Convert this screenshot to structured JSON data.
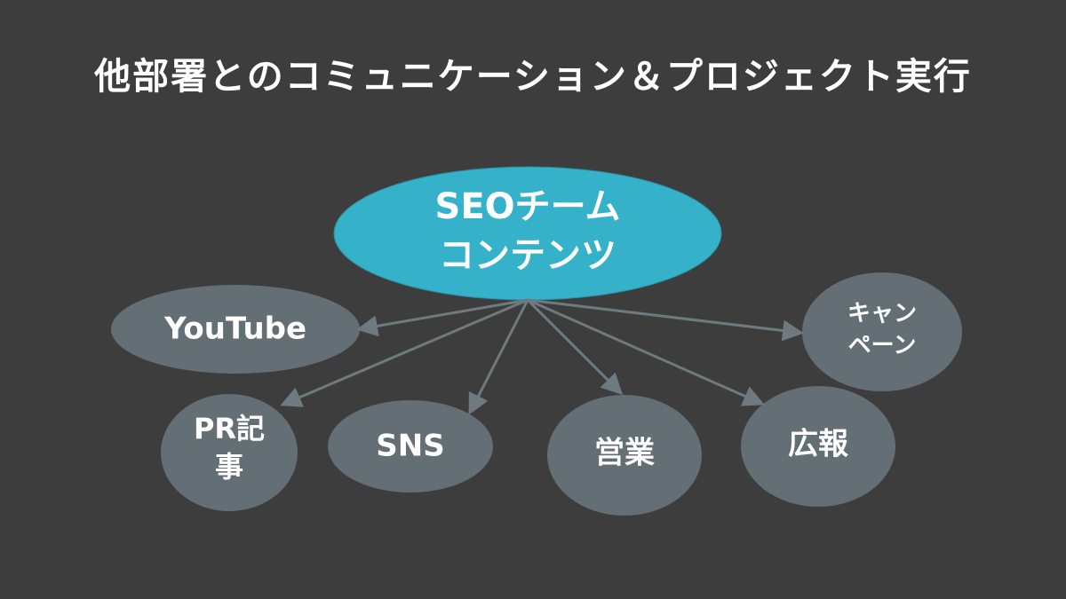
{
  "title": "他部署とのコミュニケーション＆プロジェクト実行",
  "colors": {
    "background": "#3d3d3d",
    "center_node": "#35b2c9",
    "node": "#646e75",
    "arrow": "#6e7a80",
    "text": "#ffffff"
  },
  "center": {
    "line1": "SEOチーム",
    "line2": "コンテンツ"
  },
  "nodes": {
    "youtube": {
      "label": "YouTube"
    },
    "campaign": {
      "line1": "キャン",
      "line2": "ペーン"
    },
    "pr": {
      "line1": "PR記",
      "line2": "事"
    },
    "sns": {
      "label": "SNS"
    },
    "sales": {
      "label": "営業"
    },
    "publicity": {
      "label": "広報"
    }
  }
}
